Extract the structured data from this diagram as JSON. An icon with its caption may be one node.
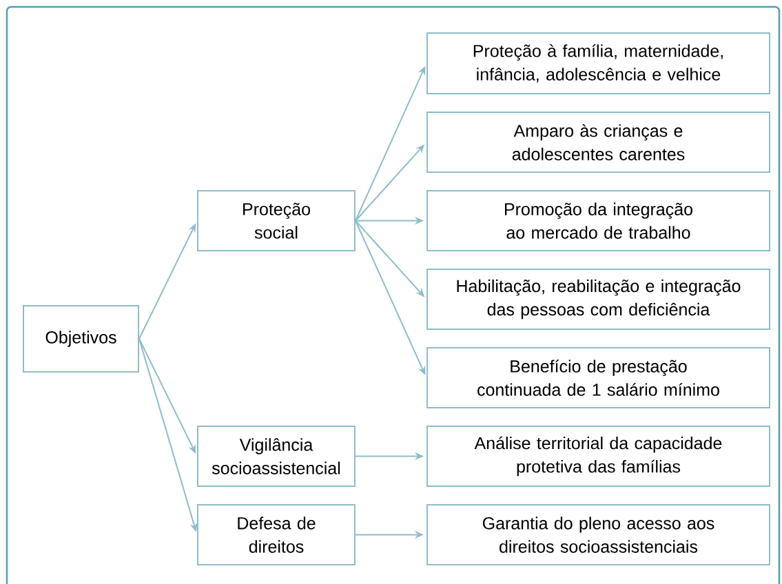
{
  "diagram": {
    "nodes": [
      {
        "text": [
          "Objetivos"
        ]
      },
      {
        "text": [
          "Proteção social"
        ]
      },
      {
        "text": [
          "Vigilância socioassistencial"
        ]
      },
      {
        "text": [
          "Defesa de direitos"
        ]
      },
      {
        "text": [
          "Proteção à família, maternidade, infância, adolescência e velhice"
        ]
      },
      {
        "text": [
          "Amparo às crianças e adolescentes carentes"
        ]
      },
      {
        "text": [
          "Promoção da integração ao mercado de trabalho"
        ]
      },
      {
        "text": [
          "Habilitação, reabilitação e integração das pessoas com deficiência"
        ]
      },
      {
        "text": [
          "Benefício de prestação continuada de 1 salário mínimo"
        ]
      },
      {
        "text": [
          "Análise territorial da capacidade protetiva das famílias"
        ]
      },
      {
        "text": [
          "Garantia do pleno acesso aos direitos socioassistenciais"
        ]
      }
    ],
    "edges": [
      {
        "from": 0,
        "to": 1,
        "arrow": "to"
      },
      {
        "from": 0,
        "to": 2,
        "arrow": "to"
      },
      {
        "from": 0,
        "to": 3,
        "arrow": "to"
      },
      {
        "from": 1,
        "to": 4,
        "arrow": "to"
      },
      {
        "from": 1,
        "to": 5,
        "arrow": "to"
      },
      {
        "from": 1,
        "to": 6,
        "arrow": "to"
      },
      {
        "from": 1,
        "to": 7,
        "arrow": "to"
      },
      {
        "from": 1,
        "to": 8,
        "arrow": "to"
      },
      {
        "from": 2,
        "to": 9,
        "arrow": "to"
      },
      {
        "from": 3,
        "to": 10,
        "arrow": "to"
      }
    ]
  }
}
